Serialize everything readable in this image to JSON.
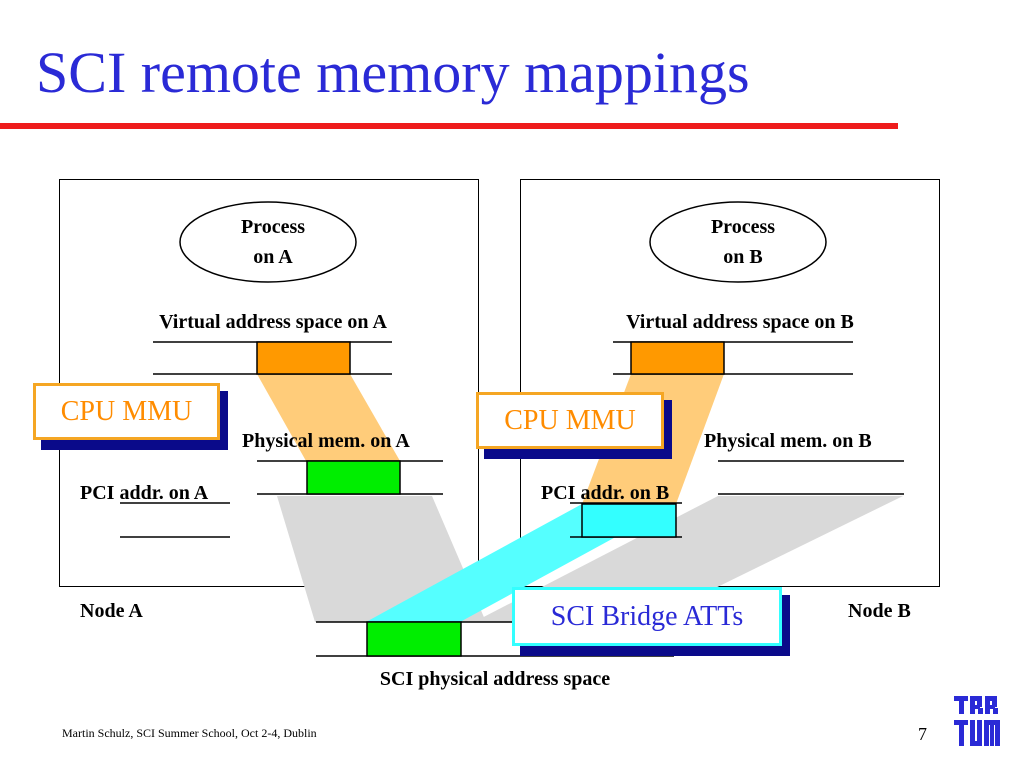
{
  "title": "SCI remote memory mappings",
  "colors": {
    "title": "#2a2ad6",
    "rule": "#ee1c1c",
    "mapped_virtual": "#ff9900",
    "mapped_physical": "#00ee00",
    "mapped_pci_bridge": "#33ffff",
    "cpu_mmu_border": "#f5a623",
    "cpu_mmu_text": "#ff8c00",
    "sci_bridge_border": "#33ffff",
    "sci_bridge_text": "#2a2ad6",
    "callout_shadow": "#0a0a8a",
    "mmu_mapping": "#ffcc7a",
    "pci_sci_mapping": "#d9d9d9",
    "bridge_mapping": "#55ffff"
  },
  "node_a": {
    "process": [
      "Process",
      "on A"
    ],
    "virtual_label": "Virtual address space on A",
    "physical_label": "Physical mem. on A",
    "pci_label": "PCI addr. on A",
    "node_label": "Node A"
  },
  "node_b": {
    "process": [
      "Process",
      "on B"
    ],
    "virtual_label": "Virtual address space on B",
    "physical_label": "Physical mem. on B",
    "pci_label": "PCI addr. on B",
    "node_label": "Node B"
  },
  "callouts": {
    "cpu_mmu_a": "CPU MMU",
    "cpu_mmu_b": "CPU MMU",
    "sci_bridge": "SCI Bridge ATTs"
  },
  "sci_label": "SCI physical address space",
  "footer": "Martin Schulz, SCI Summer School, Oct 2-4, Dublin",
  "page_number": "7",
  "logo": "TUM"
}
